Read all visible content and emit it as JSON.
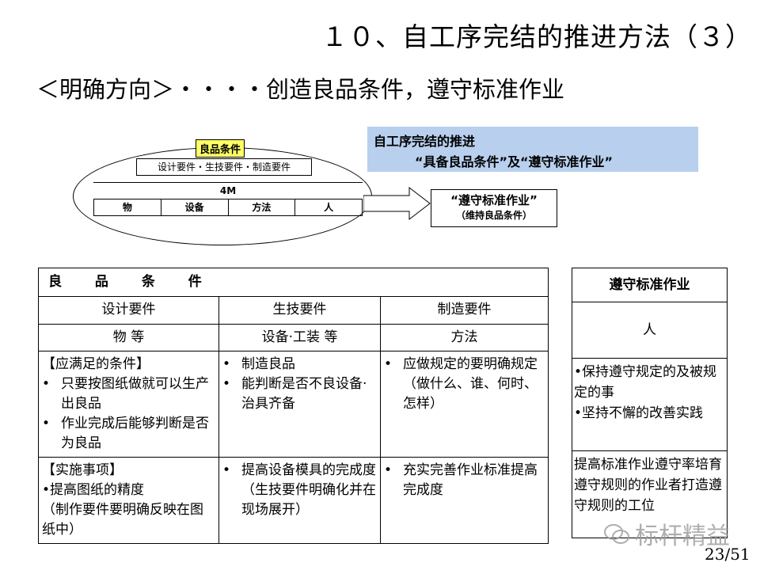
{
  "title": "１０、自工序完结的推进方法（３）",
  "subtitle": "＜明确方向＞・・・・创造良品条件，遵守标准作业",
  "diagram": {
    "good_conditions_label": "良品条件",
    "requirements": "设计要件・生技要件・制造要件",
    "m4_label": "4M",
    "m4_items": [
      "物",
      "设备",
      "方法",
      "人"
    ],
    "comply_main": "“遵守标准作业”",
    "comply_sub": "（维持良品条件）",
    "blue_line1": "自工序完结的推进",
    "blue_line2": "“具备良品条件”及“遵守标准作业”",
    "arrow_fill": "#ffffff",
    "blue_color": "#b8d0ee",
    "label_color": "#ffff66"
  },
  "main_table": {
    "header": "良 品 条 件",
    "columns": [
      "设计要件",
      "生技要件",
      "制造要件"
    ],
    "subcolumns": [
      "物 等",
      "设备·工装 等",
      "方法"
    ],
    "row1": {
      "col1_title": "【应满足的条件】",
      "col1_items": [
        "只要按图纸做就可以生产出良品",
        "作业完成后能够判断是否为良品"
      ],
      "col2_items": [
        "制造良品",
        "能判断是否不良设备·治具齐备"
      ],
      "col3_items": [
        "应做规定的要明确规定（做什么、谁、何时、怎样）"
      ]
    },
    "row2": {
      "col1_title": "【实施事项】",
      "col1_line1": "•提高图纸的精度",
      "col1_line2": "（制作要件要明确反映在图纸中）",
      "col2_items": [
        "提高设备模具的完成度（生技要件明确化并在现场展开）"
      ],
      "col3_items": [
        "充实完善作业标准提高完成度"
      ]
    }
  },
  "side_table": {
    "header": "遵守标准作业",
    "person": "人",
    "item1": "•保持遵守规定的及被规定的事",
    "item2": "•坚持不懈的改善实践",
    "bottom": "提高标准作业遵守率培育遵守规则的作业者打造遵守规则的工位"
  },
  "watermark": "标杆精益",
  "page": "23/51",
  "bullet_glyph": "•"
}
